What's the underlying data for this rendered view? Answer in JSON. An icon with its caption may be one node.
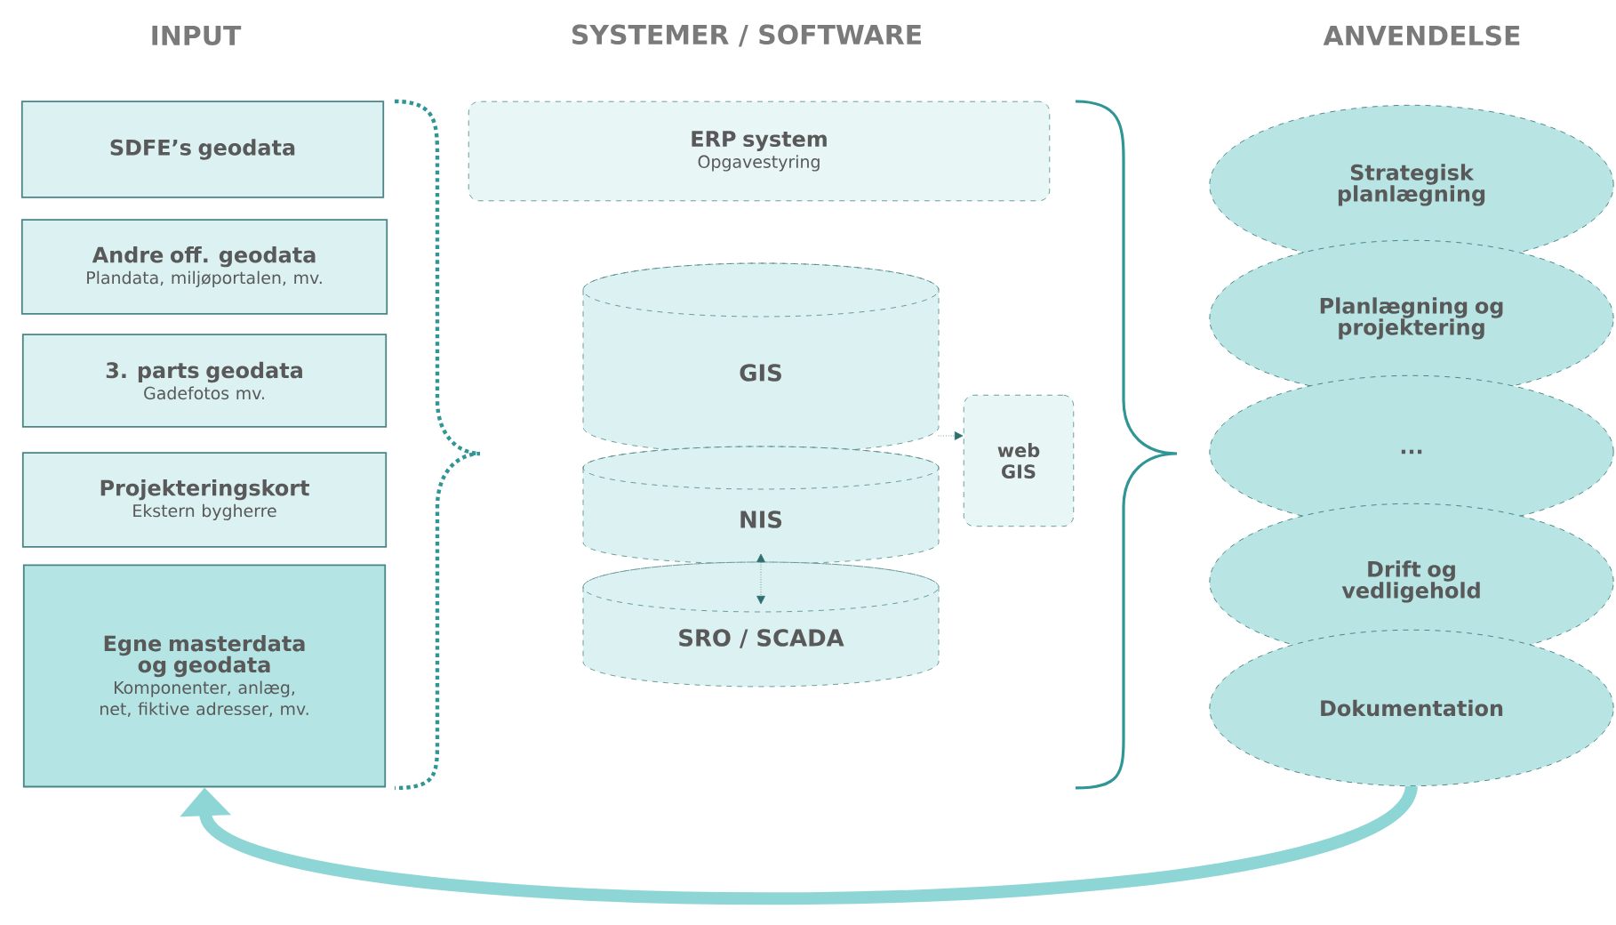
{
  "diagram": {
    "nodes": [
      {
        "text": [
          "SDFE’s geodata"
        ]
      },
      {
        "text": [
          "Andre off. geodata",
          "Plandata, miljøportalen, mv."
        ]
      },
      {
        "text": [
          "3. parts geodata",
          "Gadefotos mv."
        ]
      },
      {
        "text": [
          "Projekteringskort",
          "Ekstern bygherre"
        ]
      },
      {
        "text": [
          "Egne masterdata og geodata",
          "Komponenter, anlæg, net, fiktive adresser, mv."
        ]
      },
      {
        "text": [
          "ERP system",
          "Opgavestyring"
        ]
      },
      {
        "text": [
          "GIS"
        ]
      },
      {
        "text": [
          "NIS"
        ]
      },
      {
        "text": [
          "SRO / SCADA"
        ]
      },
      {
        "text": [
          "web GIS"
        ]
      },
      {
        "text": [
          "Strategisk planlægning"
        ]
      },
      {
        "text": [
          "Planlægning og projektering"
        ]
      },
      {
        "text": [
          "..."
        ]
      },
      {
        "text": [
          "Drift og vedligehold"
        ]
      },
      {
        "text": [
          "Dokumentation"
        ]
      }
    ],
    "edges": [
      {
        "from": 6,
        "to": 9,
        "arrow": "to",
        "style": "dashed"
      },
      {
        "from": 7,
        "to": 8,
        "arrow": "both",
        "style": "dashed"
      },
      {
        "from": 14,
        "to": 4,
        "arrow": "to",
        "style": "thick",
        "color": "#8ed6d6"
      }
    ],
    "labels": [
      "INPUT",
      "SYSTEMER / SOFTWARE",
      "ANVENDELSE"
    ]
  }
}
